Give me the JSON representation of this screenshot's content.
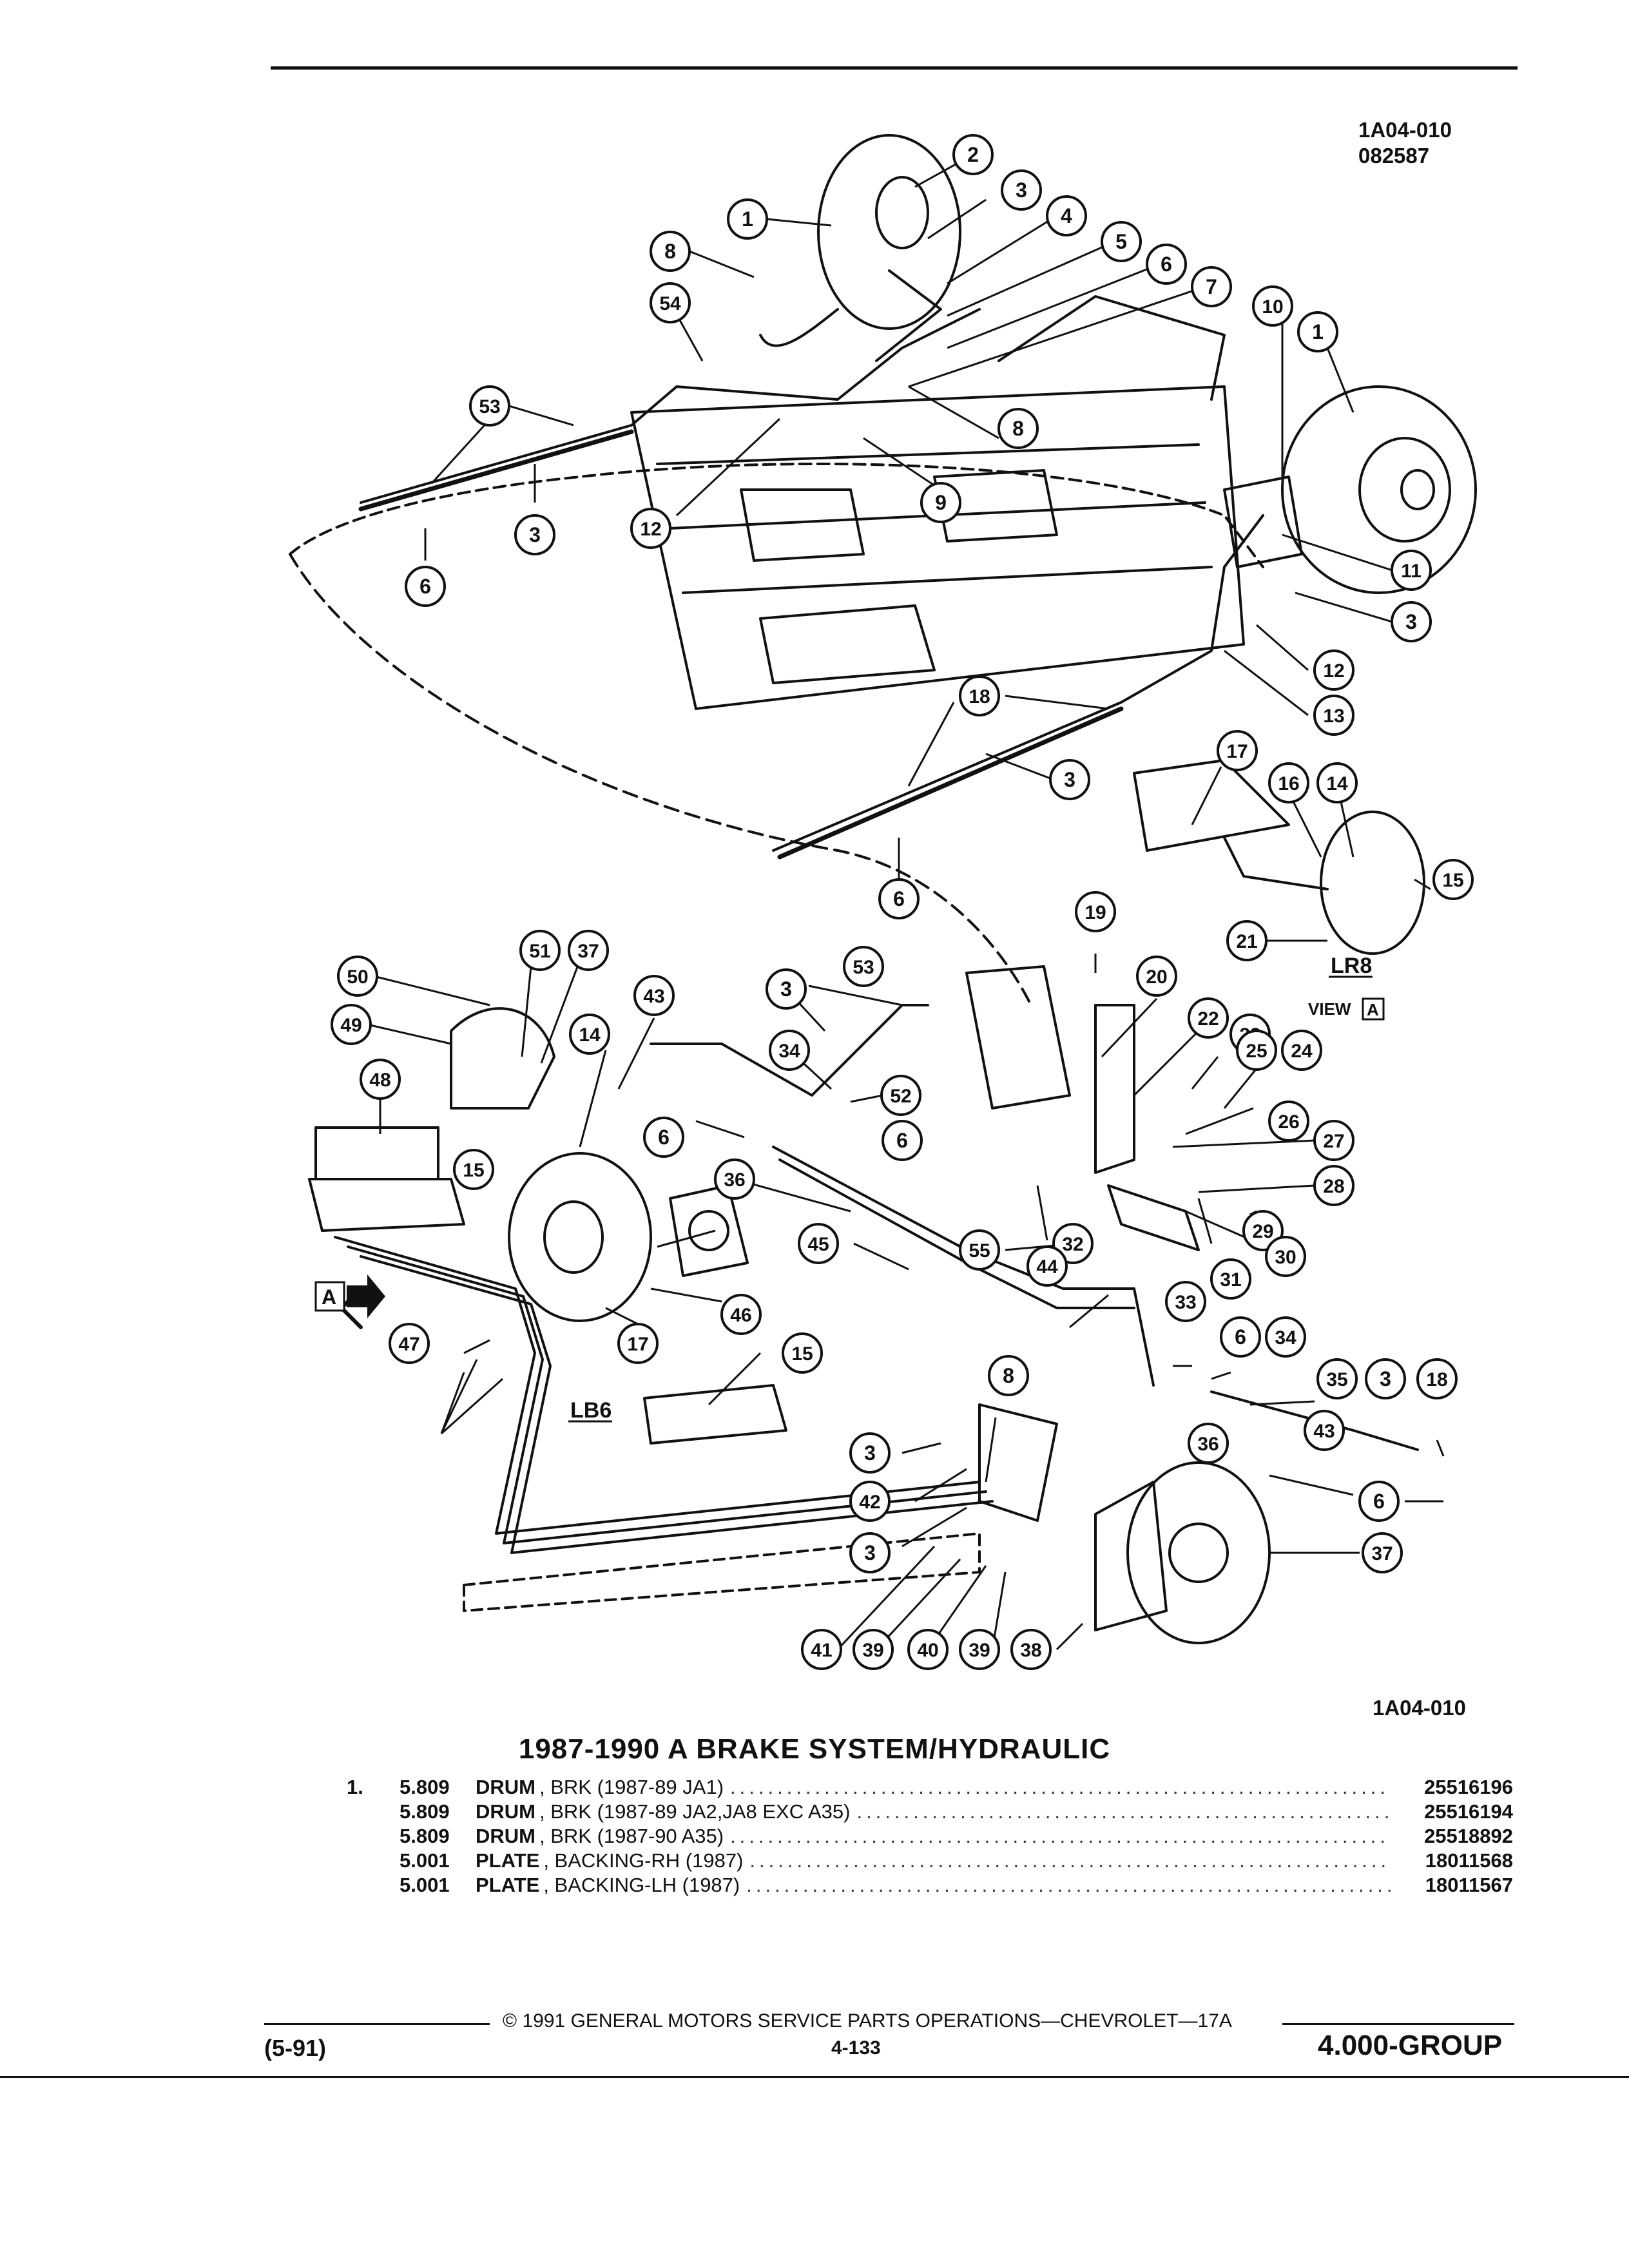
{
  "header": {
    "illustration_code": "1A04-010",
    "date_code": "082587"
  },
  "diagram": {
    "views": {
      "lr8": "LR8",
      "view_a": "VIEW",
      "view_a_box": "A",
      "lb6": "LB6",
      "arrow_a": "A"
    },
    "callouts": [
      {
        "n": "1"
      },
      {
        "n": "2"
      },
      {
        "n": "3"
      },
      {
        "n": "4"
      },
      {
        "n": "5"
      },
      {
        "n": "6"
      },
      {
        "n": "7"
      },
      {
        "n": "8"
      },
      {
        "n": "54"
      },
      {
        "n": "53"
      },
      {
        "n": "3"
      },
      {
        "n": "6"
      },
      {
        "n": "12"
      },
      {
        "n": "8"
      },
      {
        "n": "9"
      },
      {
        "n": "10"
      },
      {
        "n": "1"
      },
      {
        "n": "11"
      },
      {
        "n": "3"
      },
      {
        "n": "12"
      },
      {
        "n": "13"
      },
      {
        "n": "18"
      },
      {
        "n": "3"
      },
      {
        "n": "6"
      },
      {
        "n": "17"
      },
      {
        "n": "16"
      },
      {
        "n": "14"
      },
      {
        "n": "15"
      },
      {
        "n": "21"
      },
      {
        "n": "19"
      },
      {
        "n": "50"
      },
      {
        "n": "51"
      },
      {
        "n": "37"
      },
      {
        "n": "49"
      },
      {
        "n": "43"
      },
      {
        "n": "14"
      },
      {
        "n": "48"
      },
      {
        "n": "3"
      },
      {
        "n": "53"
      },
      {
        "n": "20"
      },
      {
        "n": "22"
      },
      {
        "n": "23"
      },
      {
        "n": "34"
      },
      {
        "n": "52"
      },
      {
        "n": "25"
      },
      {
        "n": "24"
      },
      {
        "n": "6"
      },
      {
        "n": "6"
      },
      {
        "n": "26"
      },
      {
        "n": "27"
      },
      {
        "n": "15"
      },
      {
        "n": "36"
      },
      {
        "n": "28"
      },
      {
        "n": "45"
      },
      {
        "n": "32"
      },
      {
        "n": "29"
      },
      {
        "n": "30"
      },
      {
        "n": "31"
      },
      {
        "n": "44"
      },
      {
        "n": "55"
      },
      {
        "n": "33"
      },
      {
        "n": "47"
      },
      {
        "n": "46"
      },
      {
        "n": "17"
      },
      {
        "n": "6"
      },
      {
        "n": "34"
      },
      {
        "n": "15"
      },
      {
        "n": "8"
      },
      {
        "n": "35"
      },
      {
        "n": "3"
      },
      {
        "n": "18"
      },
      {
        "n": "3"
      },
      {
        "n": "43"
      },
      {
        "n": "36"
      },
      {
        "n": "42"
      },
      {
        "n": "6"
      },
      {
        "n": "3"
      },
      {
        "n": "37"
      },
      {
        "n": "41"
      },
      {
        "n": "39"
      },
      {
        "n": "40"
      },
      {
        "n": "39"
      },
      {
        "n": "38"
      }
    ]
  },
  "figure_code": "1A04-010",
  "title": "1987-1990 A BRAKE SYSTEM/HYDRAULIC",
  "parts": [
    {
      "item": "1.",
      "code": "5.809",
      "name": "DRUM",
      "desc": ", BRK (1987-89 JA1)",
      "part": "25516196"
    },
    {
      "item": "",
      "code": "5.809",
      "name": "DRUM",
      "desc": ", BRK (1987-89 JA2,JA8 EXC A35)",
      "part": "25516194"
    },
    {
      "item": "",
      "code": "5.809",
      "name": "DRUM",
      "desc": ", BRK (1987-90 A35)",
      "part": "25518892"
    },
    {
      "item": "",
      "code": "5.001",
      "name": "PLATE",
      "desc": ", BACKING-RH (1987)",
      "part": "18011568"
    },
    {
      "item": "",
      "code": "5.001",
      "name": "PLATE",
      "desc": ", BACKING-LH (1987)",
      "part": "18011567"
    }
  ],
  "footer": {
    "copyright": "© 1991 GENERAL MOTORS SERVICE PARTS OPERATIONS—CHEVROLET—17A",
    "date": "(5-91)",
    "page": "4-133",
    "group": "4.000-GROUP"
  }
}
